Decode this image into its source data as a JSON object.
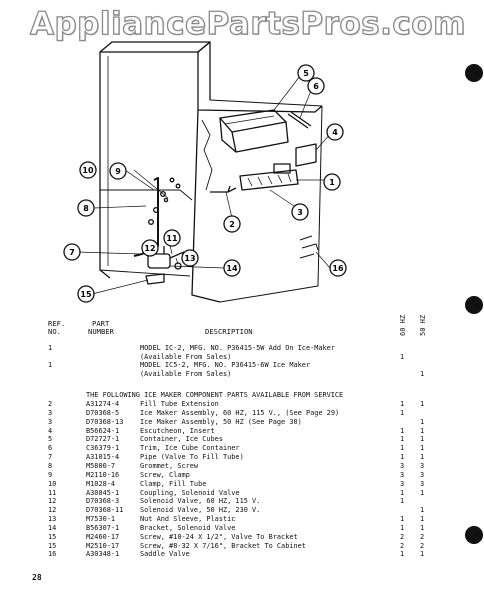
{
  "watermark": "AppliancePartsPros.com",
  "callouts": [
    "1",
    "2",
    "3",
    "4",
    "5",
    "6",
    "7",
    "8",
    "9",
    "10",
    "11",
    "12",
    "13",
    "14",
    "15",
    "16"
  ],
  "table_header": {
    "ref_line1": "REF.",
    "ref_line2": "NO.",
    "part_line1": "PART",
    "part_line2": "NUMBER",
    "description": "DESCRIPTION",
    "hz60": "60 HZ",
    "hz50": "50 HZ"
  },
  "models": [
    {
      "ref": "1",
      "part": "",
      "desc": "MODEL IC-2, MFG. NO. P36415-5W Add On Ice-Maker",
      "hz60": "",
      "hz50": ""
    },
    {
      "ref": "",
      "part": "",
      "desc": "   (Available From Sales)",
      "hz60": "1",
      "hz50": ""
    },
    {
      "ref": "1",
      "part": "",
      "desc": "MODEL IC5-2, MFG. NO. P36415-6W Ice Maker",
      "hz60": "",
      "hz50": ""
    },
    {
      "ref": "",
      "part": "",
      "desc": "   (Available From Sales)",
      "hz60": "",
      "hz50": "1"
    }
  ],
  "section_title": "THE FOLLOWING ICE MAKER COMPONENT PARTS AVAILABLE FROM SERVICE",
  "parts": [
    {
      "ref": "2",
      "part": "A31274-4",
      "desc": "Fill Tube Extension",
      "hz60": "1",
      "hz50": "1"
    },
    {
      "ref": "3",
      "part": "D70368-5",
      "desc": "Ice Maker Assembly, 60 HZ, 115 V., (See Page 29)",
      "hz60": "1",
      "hz50": ""
    },
    {
      "ref": "3",
      "part": "D70368-13",
      "desc": "Ice Maker Assembly, 50 HZ (See Page 30)",
      "hz60": "",
      "hz50": "1"
    },
    {
      "ref": "4",
      "part": "B56624-1",
      "desc": "Escutcheon, Insert",
      "hz60": "1",
      "hz50": "1"
    },
    {
      "ref": "5",
      "part": "D72727-1",
      "desc": "Container, Ice Cubes",
      "hz60": "1",
      "hz50": "1"
    },
    {
      "ref": "6",
      "part": "C36379-1",
      "desc": "Trim, Ice Cube Container",
      "hz60": "1",
      "hz50": "1"
    },
    {
      "ref": "7",
      "part": "A31015-4",
      "desc": "Pipe (Valve To Fill Tube)",
      "hz60": "1",
      "hz50": "1"
    },
    {
      "ref": "8",
      "part": "M5800-7",
      "desc": "Grommet, Screw",
      "hz60": "3",
      "hz50": "3"
    },
    {
      "ref": "9",
      "part": "M2110-16",
      "desc": "Screw, Clamp",
      "hz60": "3",
      "hz50": "3"
    },
    {
      "ref": "10",
      "part": "M1028-4",
      "desc": "Clamp, Fill Tube",
      "hz60": "3",
      "hz50": "3"
    },
    {
      "ref": "11",
      "part": "A30845-1",
      "desc": "Coupling, Solenoid Valve",
      "hz60": "1",
      "hz50": "1"
    },
    {
      "ref": "12",
      "part": "D70368-3",
      "desc": "Solenoid Valve, 60 HZ, 115 V.",
      "hz60": "1",
      "hz50": ""
    },
    {
      "ref": "12",
      "part": "D70368-11",
      "desc": "Solenoid Valve, 50 HZ, 230 V.",
      "hz60": "",
      "hz50": "1"
    },
    {
      "ref": "13",
      "part": "M7530-1",
      "desc": "Nut And Sleeve, Plastic",
      "hz60": "1",
      "hz50": "1"
    },
    {
      "ref": "14",
      "part": "B56307-1",
      "desc": "Bracket, Solenoid Valve",
      "hz60": "1",
      "hz50": "1"
    },
    {
      "ref": "15",
      "part": "M2460-17",
      "desc": "Screw, #10-24 X 1/2\", Valve To Bracket",
      "hz60": "2",
      "hz50": "2"
    },
    {
      "ref": "15",
      "part": "M2510-17",
      "desc": "Screw, #8-32 X 7/16\", Bracket To Cabinet",
      "hz60": "2",
      "hz50": "2"
    },
    {
      "ref": "16",
      "part": "A30348-1",
      "desc": "Saddle Valve",
      "hz60": "1",
      "hz50": "1"
    }
  ],
  "page_number": "28"
}
